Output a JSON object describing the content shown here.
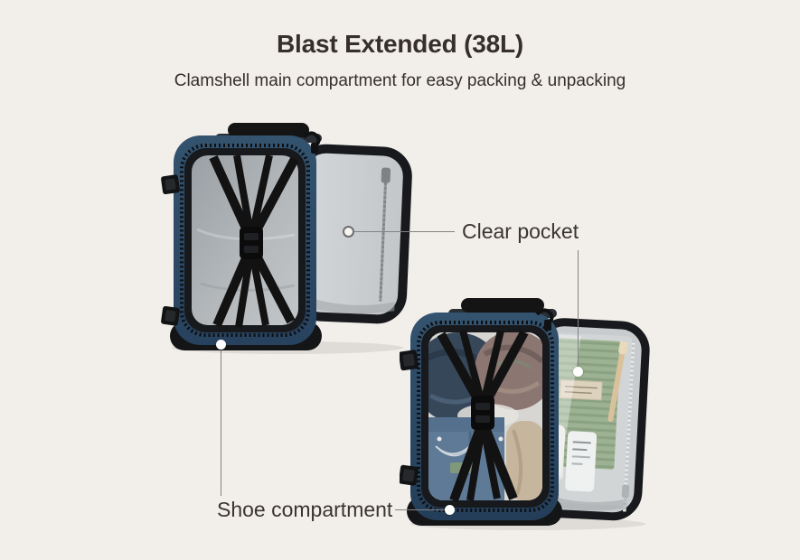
{
  "colors": {
    "page-bg": "#f2efea",
    "heading": "#362f2c",
    "label": "#3a3432",
    "connector": "#828282",
    "marker": "#ffffff",
    "bag-navy": "#2e4d6d",
    "bag-navy-dark": "#24405c",
    "bag-trim": "#17191c",
    "strap-black": "#121212",
    "interior-gray": "#a9adb1",
    "lid-gray": "#c9ccce",
    "towel-green": "#9cb292",
    "denim-blue": "#5e7a97",
    "denim-dark": "#36475a",
    "roll-mauve": "#8b7672",
    "roll-beige": "#c7b69e"
  },
  "header": {
    "title": "Blast Extended (38L)",
    "subtitle": "Clamshell main compartment for easy packing & unpacking"
  },
  "callouts": {
    "clear_pocket": "Clear pocket",
    "shoe_compartment": "Shoe compartment"
  }
}
